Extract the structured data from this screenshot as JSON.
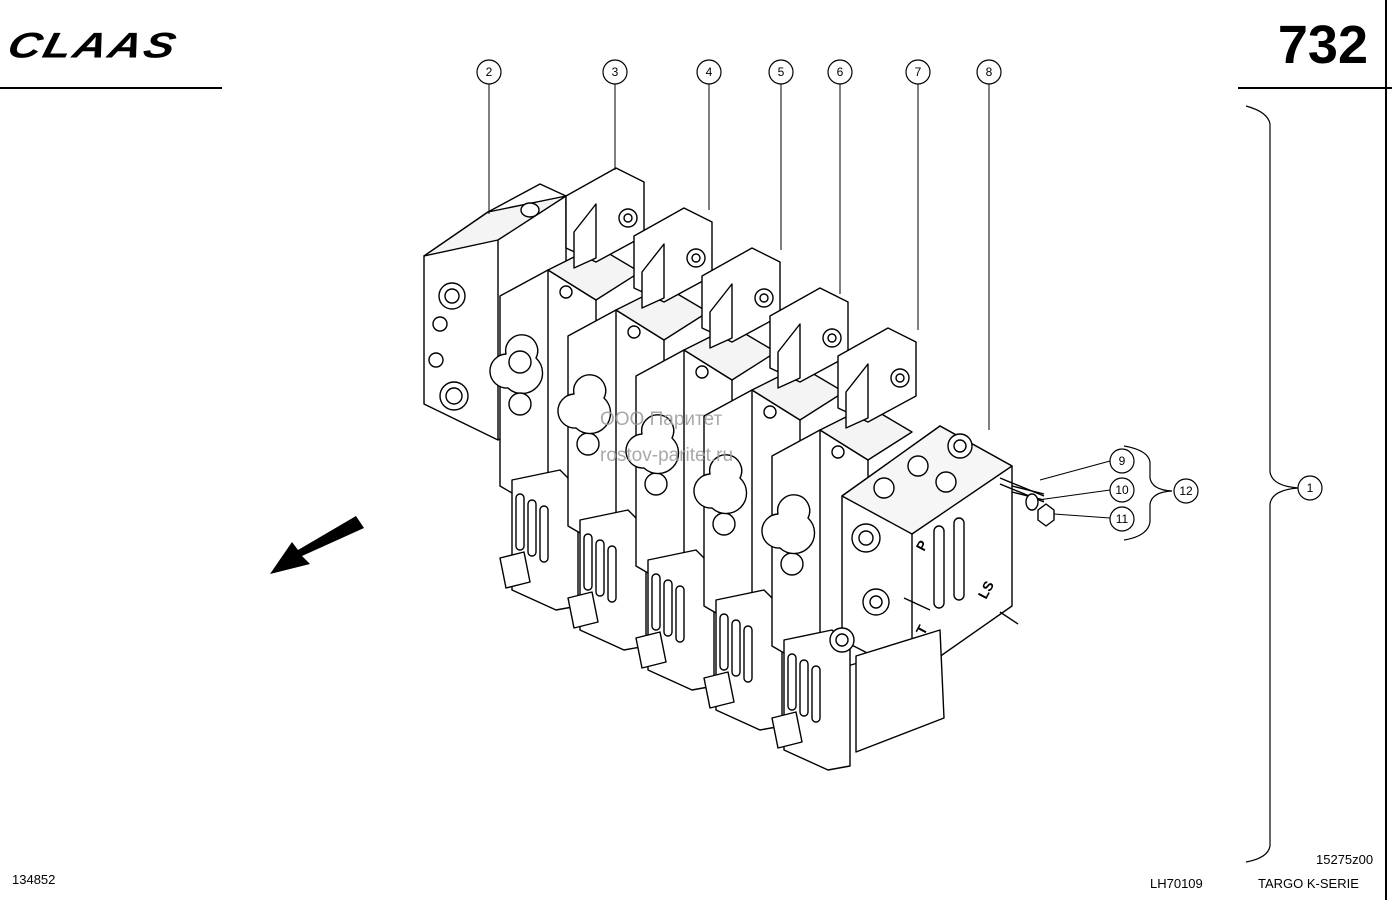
{
  "header": {
    "brand": "CLAAS",
    "page_number": "732"
  },
  "footer": {
    "left_ref": "134852",
    "mid_ref": "LH70109",
    "series": "TARGO K-SERIE",
    "drawing_no": "15275z00"
  },
  "watermark": {
    "line1": "ООО Паритет",
    "line2": "rostov-paritet.ru"
  },
  "ports": {
    "p": "P",
    "t": "T",
    "ls": "LS"
  },
  "callouts": [
    "1",
    "2",
    "3",
    "4",
    "5",
    "6",
    "7",
    "8",
    "9",
    "10",
    "11",
    "12"
  ]
}
